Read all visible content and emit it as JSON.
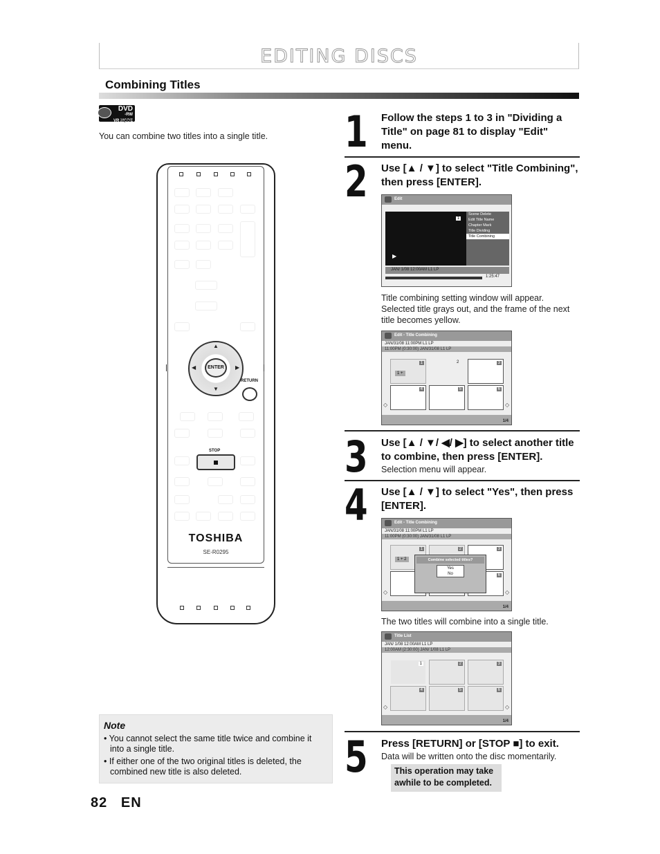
{
  "header": {
    "chapter": "EDITING DISCS",
    "section": "Combining Titles"
  },
  "badge": {
    "dvd": "DVD",
    "rw": "-RW",
    "mode": "VR MODE",
    "playlist": "Playlist"
  },
  "intro": "You can combine two titles into a single title.",
  "remote": {
    "enter": "ENTER",
    "return": "RETURN",
    "stop": "STOP",
    "brand": "TOSHIBA",
    "model": "SE-R0295"
  },
  "note": {
    "title": "Note",
    "items": [
      "You cannot select the same title twice and combine it into a single title.",
      "If either one of the two original titles is deleted, the combined new title is also deleted."
    ]
  },
  "page": {
    "number": "82",
    "lang": "EN"
  },
  "steps": [
    {
      "num": "1",
      "text": "Follow the steps 1 to 3 in \"Dividing a Title\" on page 81 to display \"Edit\" menu."
    },
    {
      "num": "2",
      "text": "Use [▲ / ▼] to select \"Title Combining\", then press [ENTER].",
      "body": "Title combining setting window will appear. Selected title grays out, and the frame of the next title becomes yellow."
    },
    {
      "num": "3",
      "text": "Use [▲ / ▼/ ◀/ ▶] to select another title to combine, then press [ENTER].",
      "body": "Selection menu will appear."
    },
    {
      "num": "4",
      "text": "Use [▲ / ▼] to select \"Yes\", then press [ENTER].",
      "body": "The two titles will combine into a single title."
    },
    {
      "num": "5",
      "text": "Press [RETURN] or [STOP ■] to exit.",
      "body": "Data will be written onto the disc momentarily.",
      "callout": "This operation may take awhile to be completed."
    }
  ],
  "screens": {
    "edit": {
      "bar": "Edit",
      "menu": [
        "Scene Delete",
        "Edit Title Name",
        "Chapter Mark",
        "Title Dividing",
        "Title Combining"
      ],
      "selected": "Title Combining",
      "title_no": "1",
      "info": "JAN/ 1/08 12:00AM L1 LP",
      "time": "1:25:47"
    },
    "combine1": {
      "bar": "Edit - Title Combining",
      "info": "JAN/31/08 11:00PM L1 LP",
      "hl": "11:00PM (0:30:00)  JAN/31/08    L1 LP",
      "thumbs": [
        "1",
        "2",
        "3",
        "4",
        "5",
        "6"
      ],
      "marker": "1 +",
      "page": "1/4"
    },
    "combine2": {
      "bar": "Edit - Title Combining",
      "info": "JAN/31/08 11:00PM L1 LP",
      "hl": "11:00PM (0:30:00)  JAN/31/08    L1 LP",
      "thumbs": [
        "1",
        "2",
        "3",
        "4",
        "5",
        "6"
      ],
      "marker": "1 + 2",
      "question": "Combine selected titles?",
      "yes": "Yes",
      "no": "No",
      "page": "1/4"
    },
    "list": {
      "bar": "Title List",
      "info": "JAN/ 1/08 12:00AM L1 LP",
      "hl": "12:00AM (2:30:00)  JAN/ 1/08    L1 LP",
      "thumbs": [
        "1",
        "2",
        "3",
        "4",
        "5",
        "6"
      ],
      "page": "1/4"
    }
  }
}
